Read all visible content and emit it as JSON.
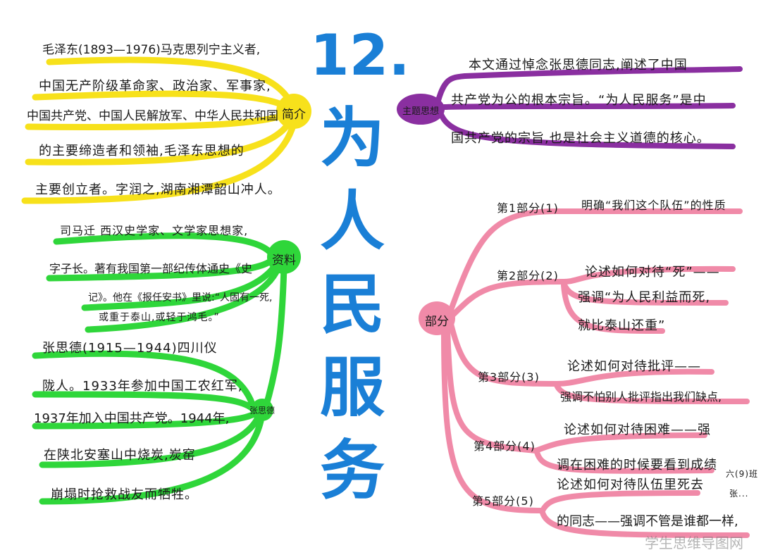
{
  "title": {
    "number": "12.",
    "chars": [
      "为",
      "人",
      "民",
      "服",
      "务"
    ]
  },
  "colors": {
    "title": "#1a7fd6",
    "intro": "#f7e11b",
    "material": "#2fd63a",
    "theme": "#8a2fa0",
    "parts": "#f08aa8"
  },
  "intro": {
    "node": "简介",
    "lines": [
      "毛泽东(1893—1976)马克思列宁主义者,",
      "中国无产阶级革命家、政治家、军事家,",
      "中国共产党、中国人民解放军、中华人民共和国",
      "的主要缔造者和领袖,毛泽东思想的",
      "主要创立者。字润之,湖南湘潭韶山冲人。"
    ]
  },
  "material": {
    "node": "资料",
    "lines": [
      "司马迁 西汉史学家、文学家思想家,",
      "字子长。著有我国第一部纪传体通史《史",
      "记》。他在《报任安书》里说:“人固有一死,",
      "或重于泰山,或轻于鸿毛。”"
    ],
    "sub": {
      "node": "张思德",
      "lines": [
        "张思德(1915—1944)四川仪",
        "陇人。1933年参加中国工农红军,",
        "1937年加入中国共产党。1944年,",
        "在陕北安塞山中烧炭,炭窑",
        "崩塌时抢救战友而牺牲。"
      ]
    }
  },
  "theme": {
    "node": "主题思想",
    "lines": [
      "本文通过悼念张思德同志,阐述了中国",
      "共产党为公的根本宗旨。“为人民服务”是中",
      "国共产党的宗旨,也是社会主义道德的核心。"
    ]
  },
  "parts": {
    "node": "部分",
    "items": [
      {
        "label": "第1部分(1)",
        "lines": [
          "明确“我们这个队伍”的性质"
        ]
      },
      {
        "label": "第2部分(2)",
        "lines": [
          "论述如何对待“死”——",
          "强调“为人民利益而死,",
          "就比泰山还重”"
        ]
      },
      {
        "label": "第3部分(3)",
        "lines": [
          "论述如何对待批评——",
          "强调不怕别人批评指出我们缺点,"
        ]
      },
      {
        "label": "第4部分(4)",
        "lines": [
          "论述如何对待困难——强",
          "调在困难的时候要看到成绩"
        ]
      },
      {
        "label": "第5部分(5)",
        "lines": [
          "论述如何对待队伍里死去",
          "的同志——强调不管是谁都一样,"
        ]
      }
    ]
  },
  "signature": [
    "六(9)班",
    "张..."
  ],
  "watermark": "学生思维导图网"
}
